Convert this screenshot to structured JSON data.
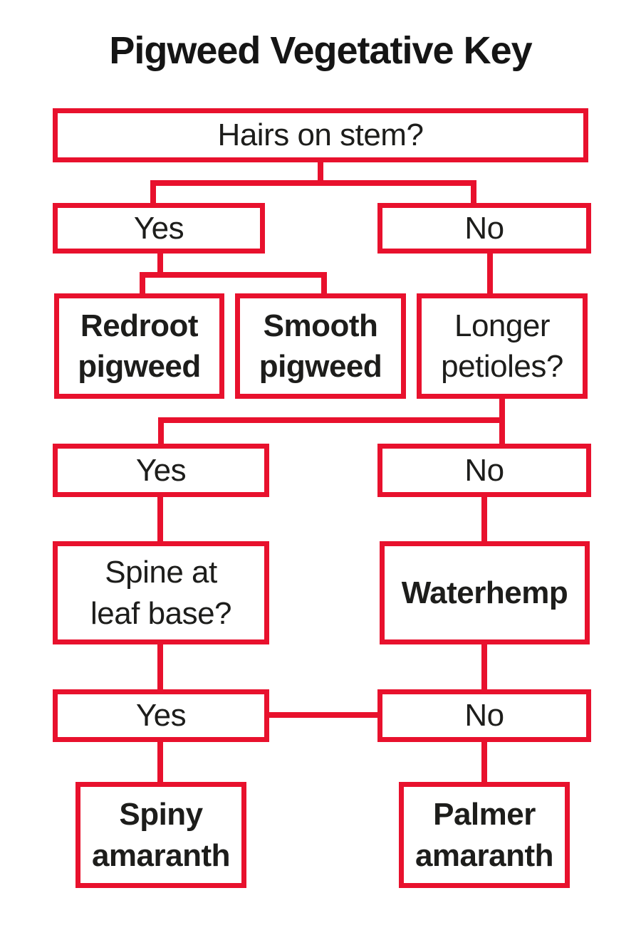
{
  "title": "Pigweed Vegetative Key",
  "colors": {
    "line_red": "#e8112d",
    "text_black": "#1d1d1b",
    "background": "#ffffff"
  },
  "flowchart": {
    "nodes": {
      "hairs": {
        "label": "Hairs on stem?",
        "type": "question"
      },
      "yes1": {
        "label": "Yes",
        "type": "answer"
      },
      "no1": {
        "label": "No",
        "type": "answer"
      },
      "redroot": {
        "label": "Redroot pigweed",
        "lines": [
          "Redroot",
          "pigweed"
        ],
        "type": "result"
      },
      "smooth": {
        "label": "Smooth pigweed",
        "lines": [
          "Smooth",
          "pigweed"
        ],
        "type": "result"
      },
      "petioles": {
        "label": "Longer petioles?",
        "lines": [
          "Longer",
          "petioles?"
        ],
        "type": "question"
      },
      "yes2": {
        "label": "Yes",
        "type": "answer"
      },
      "no2": {
        "label": "No",
        "type": "answer"
      },
      "spine": {
        "label": "Spine at leaf base?",
        "lines": [
          "Spine at",
          "leaf base?"
        ],
        "type": "question"
      },
      "waterhemp": {
        "label": "Waterhemp",
        "type": "result"
      },
      "yes3": {
        "label": "Yes",
        "type": "answer"
      },
      "no3": {
        "label": "No",
        "type": "answer"
      },
      "spiny": {
        "label": "Spiny amaranth",
        "lines": [
          "Spiny",
          "amaranth"
        ],
        "type": "result"
      },
      "palmer": {
        "label": "Palmer amaranth",
        "lines": [
          "Palmer",
          "amaranth"
        ],
        "type": "result"
      }
    },
    "edges": [
      [
        "hairs",
        "yes1"
      ],
      [
        "hairs",
        "no1"
      ],
      [
        "yes1",
        "redroot"
      ],
      [
        "yes1",
        "smooth"
      ],
      [
        "no1",
        "petioles"
      ],
      [
        "petioles",
        "yes2"
      ],
      [
        "petioles",
        "no2"
      ],
      [
        "yes2",
        "spine"
      ],
      [
        "no2",
        "waterhemp"
      ],
      [
        "spine",
        "yes3"
      ],
      [
        "waterhemp",
        "no3"
      ],
      [
        "yes3",
        "no3"
      ],
      [
        "yes3",
        "spiny"
      ],
      [
        "no3",
        "palmer"
      ]
    ]
  }
}
